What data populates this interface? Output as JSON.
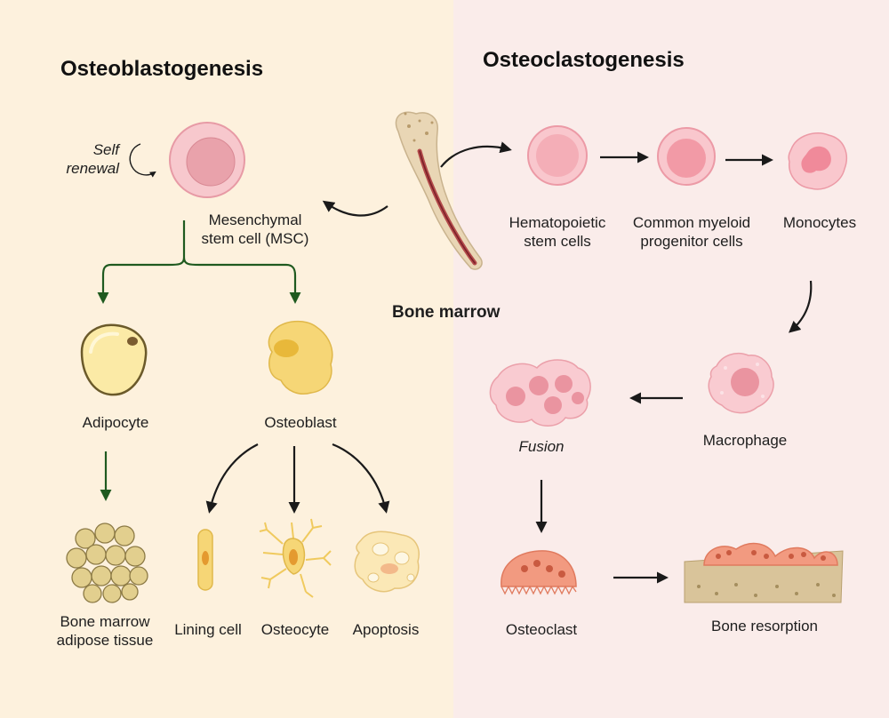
{
  "titles": {
    "left": "Osteoblastogenesis",
    "right": "Osteoclastogenesis",
    "center": "Bone marrow"
  },
  "labels": {
    "self_renewal_1": "Self",
    "self_renewal_2": "renewal",
    "msc_1": "Mesenchymal",
    "msc_2": "stem cell (MSC)",
    "adipocyte": "Adipocyte",
    "osteoblast": "Osteoblast",
    "bmat_1": "Bone marrow",
    "bmat_2": "adipose tissue",
    "lining_cell": "Lining cell",
    "osteocyte": "Osteocyte",
    "apoptosis": "Apoptosis",
    "hsc_1": "Hematopoietic",
    "hsc_2": "stem cells",
    "cmp_1": "Common myeloid",
    "cmp_2": "progenitor cells",
    "monocytes": "Monocytes",
    "macrophage": "Macrophage",
    "fusion": "Fusion",
    "osteoclast": "Osteoclast",
    "bone_resorption": "Bone resorption"
  },
  "colors": {
    "left_bg": "#fdf1dd",
    "right_bg": "#faecea",
    "green_arrow": "#1f5a1f",
    "black_arrow": "#1a1a1a",
    "msc_pink": "#f4b9c0",
    "adipocyte_yellow": "#fbeaa6",
    "osteoblast_yellow": "#f6d676",
    "osteoclast_orange": "#f29a80"
  }
}
